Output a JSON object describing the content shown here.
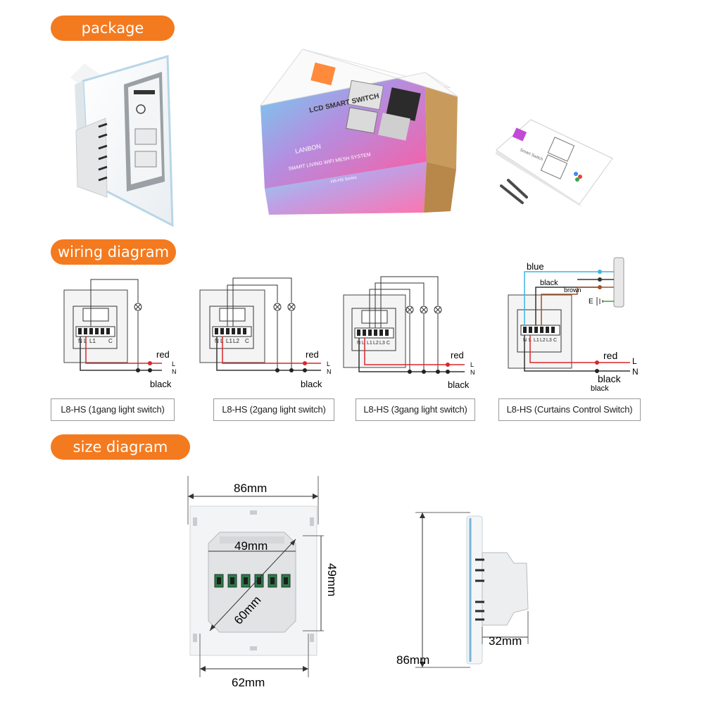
{
  "sections": {
    "package": "package",
    "wiring": "wiring diagram",
    "size": "size diagram"
  },
  "package_box": {
    "brand": "LANBON",
    "title": "LCD SMART SWITCH",
    "subtitle": "SMART LIVING WIFI MESH SYSTEM",
    "line": "HS-HS Series"
  },
  "manual": {
    "title": "Smart Switch"
  },
  "wiring": {
    "terminals": {
      "n": "N",
      "l": "L",
      "l1": "L1",
      "l2": "L2",
      "l3": "L3",
      "c": "C",
      "e": "E"
    },
    "wire_labels": {
      "red": "red",
      "black": "black",
      "blue": "blue",
      "brown": "brown",
      "line": "L",
      "neutral": "N"
    },
    "captions": [
      "L8-HS (1gang light switch)",
      "L8-HS (2gang light switch)",
      "L8-HS (3gang light switch)",
      "L8-HS (Curtains Control Switch)"
    ]
  },
  "size": {
    "front_width": "86mm",
    "inner_width": "49mm",
    "inner_height": "49mm",
    "diagonal": "60mm",
    "base_width": "62mm",
    "side_height": "86mm",
    "depth": "32mm"
  },
  "colors": {
    "accent": "#f47a1f",
    "wire_red": "#d9262c",
    "wire_blue": "#38b5e8",
    "wire_brown": "#a0522d",
    "wire_green": "#2eaa3c"
  }
}
